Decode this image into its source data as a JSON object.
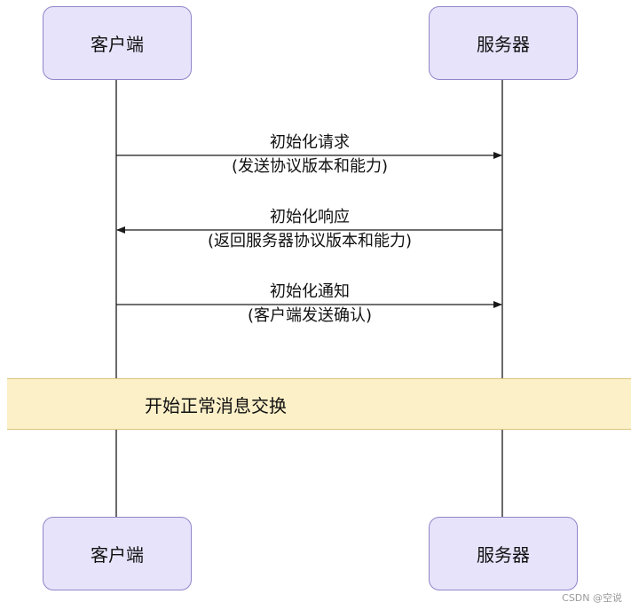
{
  "participants": {
    "client": "客户端",
    "server": "服务器"
  },
  "messages": [
    {
      "line1": "初始化请求",
      "line2": "(发送协议版本和能力)",
      "direction": "to-server"
    },
    {
      "line1": "初始化响应",
      "line2": "(返回服务器协议版本和能力)",
      "direction": "to-client"
    },
    {
      "line1": "初始化通知",
      "line2": "(客户端发送确认)",
      "direction": "to-server"
    }
  ],
  "band": {
    "label": "开始正常消息交换"
  },
  "watermark": "CSDN @空说",
  "colors": {
    "actor_fill": "#e6e3fb",
    "actor_border": "#8f86c9",
    "band_fill": "#fcf0c8",
    "line": "#1a1a1a"
  }
}
